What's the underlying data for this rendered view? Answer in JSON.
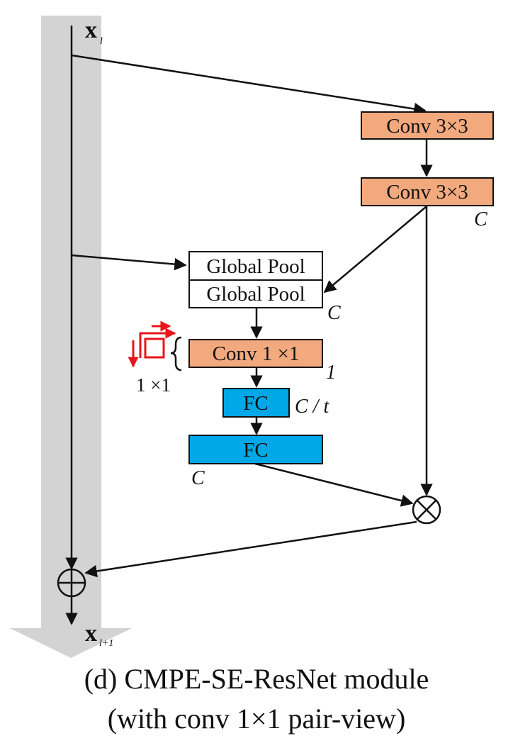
{
  "input": {
    "symbol": "x",
    "subscript": "l"
  },
  "output": {
    "symbol": "x",
    "subscript": "l+1"
  },
  "boxes": {
    "conv1": "Conv 3×3",
    "conv2": "Conv 3×3",
    "pool_top": "Global Pool",
    "pool_bottom": "Global Pool",
    "conv1x1": "Conv 1 ×1",
    "fc_small": "FC",
    "fc_large": "FC"
  },
  "dims": {
    "after_conv2": "C",
    "after_pool": "C",
    "after_conv1x1": "1",
    "after_fc_small": "C / t",
    "after_fc_large": "C"
  },
  "pair_view_label": "1 ×1",
  "colors": {
    "conv": "#f2a97e",
    "fc": "#00a8e8",
    "shortcut": "#d3d3d3",
    "pair_view_icon": "#e8151b"
  },
  "caption": {
    "line1": "(d) CMPE-SE-ResNet module",
    "line2": "(with conv 1×1 pair-view)"
  }
}
